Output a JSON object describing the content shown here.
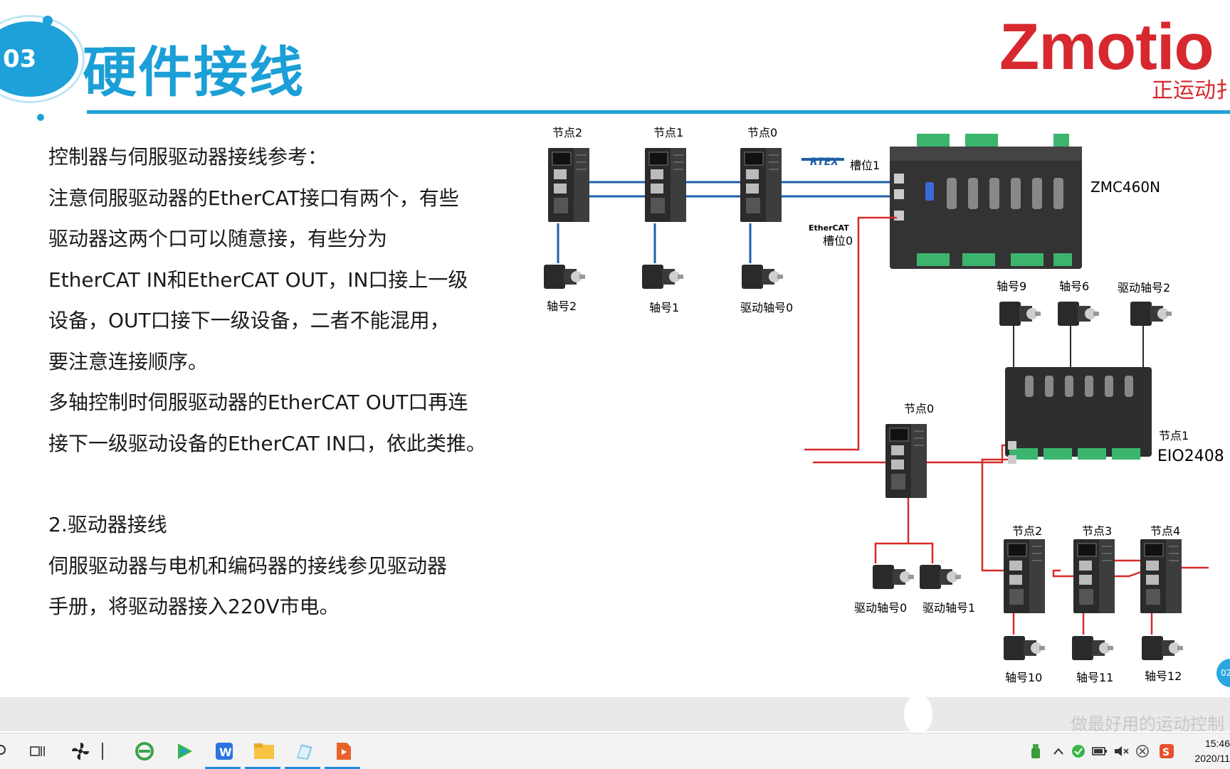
{
  "slide": {
    "section_number": "03",
    "title": "硬件接线",
    "brand": "Zmotio",
    "brand_sub": "正运动扌",
    "watermark": "做最好用的运动控制",
    "page_badge": "02"
  },
  "body": {
    "lines": [
      "控制器与伺服驱动器接线参考：",
      "注意伺服驱动器的EtherCAT接口有两个，有些",
      "驱动器这两个口可以随意接，有些分为",
      "EtherCAT IN和EtherCAT OUT，IN口接上一级",
      "设备，OUT口接下一级设备，二者不能混用，",
      "要注意连接顺序。",
      "多轴控制时伺服驱动器的EtherCAT OUT口再连",
      "接下一级驱动设备的EtherCAT IN口，依此类推。"
    ],
    "section2_title": "2.驱动器接线",
    "section2_lines": [
      "伺服驱动器与电机和编码器的接线参见驱动器",
      "手册，将驱动器接入220V市电。"
    ]
  },
  "diagram": {
    "top_nodes": [
      "节点2",
      "节点1",
      "节点0"
    ],
    "top_axes": [
      "轴号2",
      "轴号1",
      "驱动轴号0"
    ],
    "rtex_logo": "RTEX",
    "rtex_slot": "槽位1",
    "ethercat_logo": "EtherCAT",
    "ethercat_slot": "槽位0",
    "controller_name": "ZMC460N",
    "eio_axes_top": [
      "轴号9",
      "轴号6",
      "驱动轴号2"
    ],
    "eio_node": "节点1",
    "eio_name": "EIO2408",
    "mid_node": "节点0",
    "mid_axes": [
      "驱动轴号0",
      "驱动轴号1"
    ],
    "bottom_nodes": [
      "节点2",
      "节点3",
      "节点4"
    ],
    "bottom_axes": [
      "轴号10",
      "轴号11",
      "轴号12"
    ],
    "colors": {
      "rtex_line": "#1f5fa8",
      "ethercat_line": "#d62a2a",
      "device": "#2b2b2b"
    }
  },
  "taskbar": {
    "apps": [
      "task-view",
      "fan-app",
      "ie-browser",
      "media-player",
      "wps-writer",
      "file-explorer",
      "notepad",
      "presentation"
    ],
    "time": "15:46",
    "date": "2020/11"
  }
}
